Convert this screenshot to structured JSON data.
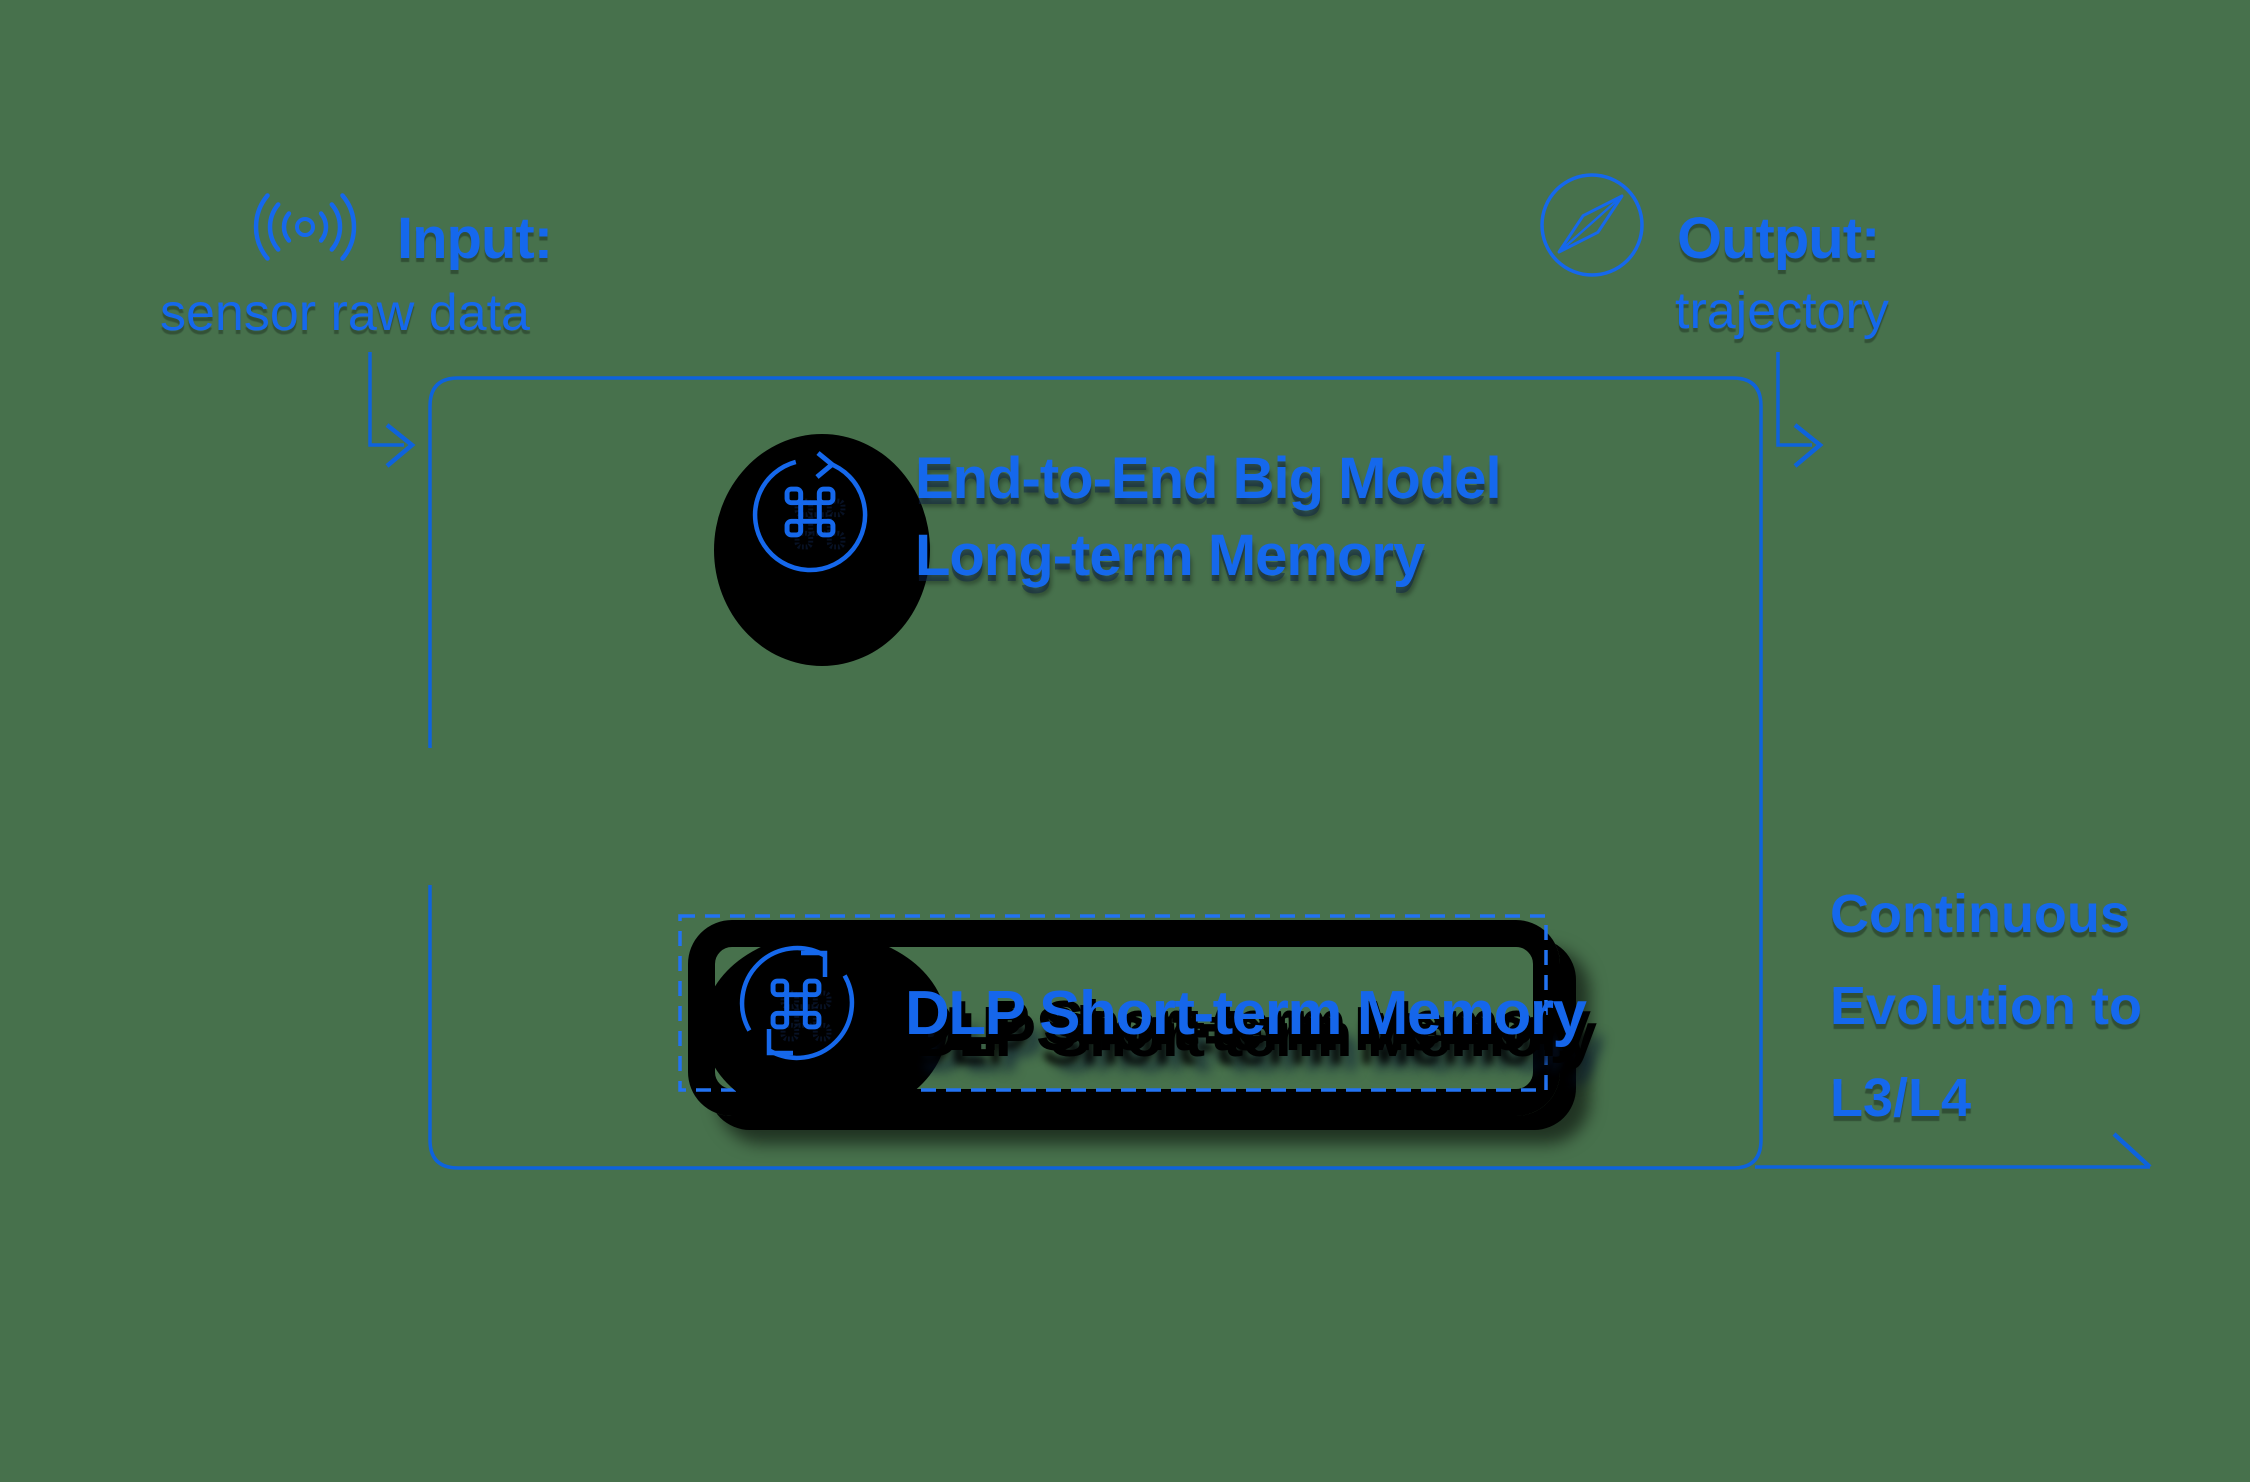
{
  "colors": {
    "background": "#47714C",
    "line_blue": "#0E63DC",
    "dashed_blue": "#2273F2",
    "text_blue": "#1568EC",
    "shadow_black": "#000000",
    "shadow_navy": "#0D2147"
  },
  "input": {
    "title": "Input:",
    "subtitle": "sensor raw data",
    "icon": "sensor-signal-icon"
  },
  "output": {
    "title": "Output:",
    "subtitle": "trajectory",
    "icon": "compass-icon"
  },
  "main_box": {
    "title": "End-to-End Big Model\nLong-term Memory",
    "icon": "loop-command-icon",
    "command_symbol": "⌘"
  },
  "dlp_box": {
    "label": "DLP Short-term Memory",
    "icon": "refresh-command-icon",
    "command_symbol": "⌘"
  },
  "side_note": {
    "text": "Continuous\nEvolution to\nL3/L4"
  },
  "arrows": {
    "input_arrow": "elbow-down-right",
    "output_arrow": "elbow-down-right",
    "evolution_arrow": "horizontal-right"
  }
}
